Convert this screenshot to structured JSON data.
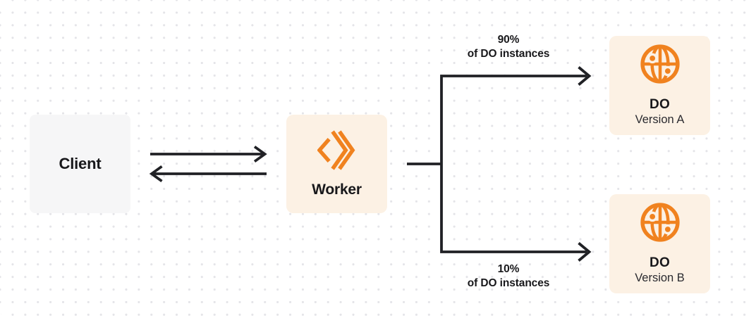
{
  "diagram": {
    "nodes": {
      "client": {
        "label": "Client"
      },
      "worker": {
        "label": "Worker",
        "icon": "cloudflare-workers-icon"
      },
      "do_version_a": {
        "title": "DO",
        "subtitle": "Version A",
        "icon": "globe-icon"
      },
      "do_version_b": {
        "title": "DO",
        "subtitle": "Version B",
        "icon": "globe-icon"
      }
    },
    "edges": [
      {
        "from": "client",
        "to": "worker",
        "direction": "right",
        "label_line1": "",
        "label_line2": ""
      },
      {
        "from": "worker",
        "to": "client",
        "direction": "left",
        "label_line1": "",
        "label_line2": ""
      },
      {
        "from": "worker",
        "to": "do_version_a",
        "label_line1": "90%",
        "label_line2": "of DO instances"
      },
      {
        "from": "worker",
        "to": "do_version_b",
        "label_line1": "10%",
        "label_line2": "of DO instances"
      }
    ],
    "colors": {
      "accent_orange": "#F0821F",
      "worker_box_bg": "#FCF1E4",
      "do_box_bg": "#FCF1E4",
      "client_box_bg": "#F6F6F7",
      "connector": "#202125",
      "text_primary": "#18181B",
      "text_secondary": "#2A2A2F"
    }
  }
}
